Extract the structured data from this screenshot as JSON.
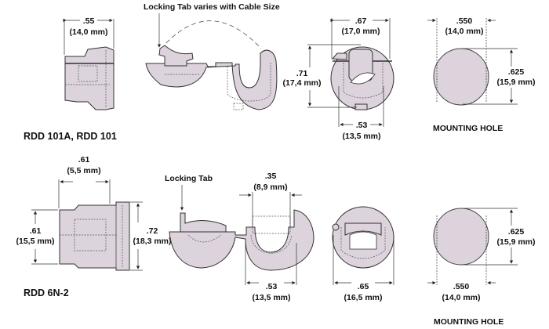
{
  "colors": {
    "part_fill": "#dcd3dc",
    "line": "#333333"
  },
  "top": {
    "model_label": "RDD 101A, RDD 101",
    "callout": "Locking Tab varies with Cable Size",
    "side_width": {
      "in": ".55",
      "mm": "(14,0 mm)"
    },
    "front_width": {
      "in": ".67",
      "mm": "(17,0 mm)"
    },
    "front_height": {
      "in": ".71",
      "mm": "(17,4 mm)"
    },
    "front_bottom": {
      "in": ".53",
      "mm": "(13,5 mm)"
    },
    "hole_width": {
      "in": ".550",
      "mm": "(14,0 mm)"
    },
    "hole_height": {
      "in": ".625",
      "mm": "(15,9 mm)"
    },
    "hole_label": "MOUNTING HOLE"
  },
  "bottom": {
    "model_label": "RDD 6N-2",
    "callout": "Locking Tab",
    "side_width": {
      "in": ".61",
      "mm": "(5,5 mm)"
    },
    "side_height_left": {
      "in": ".61",
      "mm": "(15,5 mm)"
    },
    "side_height_right": {
      "in": ".72",
      "mm": "(18,3 mm)"
    },
    "open_gap": {
      "in": ".35",
      "mm": "(8,9 mm)"
    },
    "open_bottom": {
      "in": ".53",
      "mm": "(13,5 mm)"
    },
    "front_width": {
      "in": ".65",
      "mm": "(16,5 mm)"
    },
    "hole_width": {
      "in": ".550",
      "mm": "(14,0 mm)"
    },
    "hole_height": {
      "in": ".625",
      "mm": "(15,9 mm)"
    },
    "hole_label": "MOUNTING HOLE"
  }
}
